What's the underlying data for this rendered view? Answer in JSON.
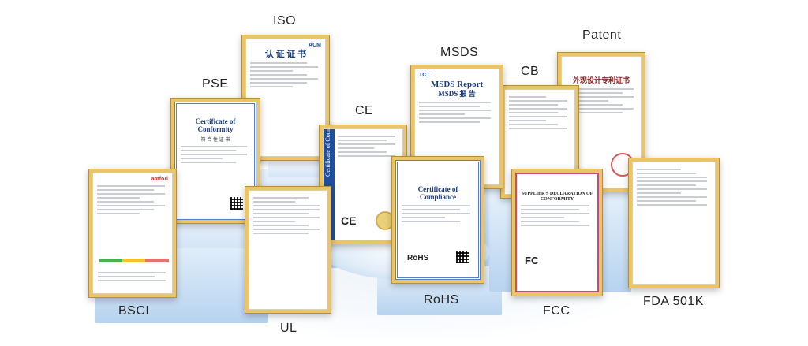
{
  "labels": {
    "iso": "ISO",
    "pse": "PSE",
    "ce": "CE",
    "msds": "MSDS",
    "cb": "CB",
    "patent": "Patent",
    "bsci": "BSCI",
    "ul": "UL",
    "rohs": "RoHS",
    "fcc": "FCC",
    "fda": "FDA 501K"
  },
  "documents": {
    "iso": {
      "org": "ACM",
      "title": "认 证 证 书"
    },
    "pse": {
      "title": "Certificate of Conformity",
      "sub": "符 合 性 证 书"
    },
    "ce": {
      "band": "Certificate of Compliance"
    },
    "msds": {
      "org": "TCT",
      "title": "MSDS Report",
      "sub": "MSDS 报 告"
    },
    "patent": {
      "title": "外观设计专利证书"
    },
    "bsci": {
      "logo": "amfori"
    },
    "rohs": {
      "title": "Certificate of Compliance",
      "mark": "RoHS"
    },
    "fcc": {
      "title": "SUPPLIER'S DECLARATION OF CONFORMITY",
      "mark": "FC"
    },
    "ce_marks": {
      "mark": "CE"
    }
  },
  "colors": {
    "frame_gold": "#e9c46a",
    "podium_blue": "#b7d3ef",
    "doc_blue": "#1b3c78"
  }
}
